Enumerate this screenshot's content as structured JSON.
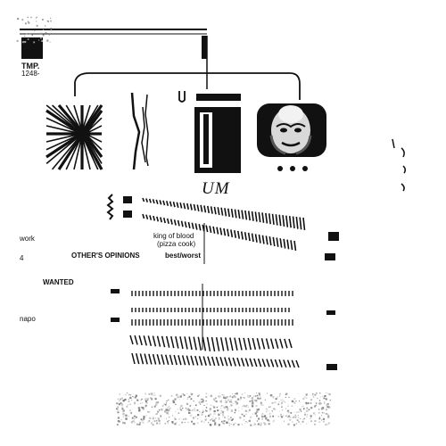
{
  "header": {
    "code_line1": "TMP.",
    "code_line2": "1248-"
  },
  "fragments": {
    "um_mark": "UM",
    "work": "work",
    "number": "4",
    "others_opinions": "OTHER'S OPINIONS",
    "king_of_blood": "king of blood",
    "pizza_cook": "(pizza cook)",
    "best_worst": "best/worst",
    "wanted": "WANTED",
    "napo": "napo"
  },
  "colors": {
    "ink": "#111111",
    "paper": "#ffffff",
    "grey": "#8a8a8a"
  }
}
